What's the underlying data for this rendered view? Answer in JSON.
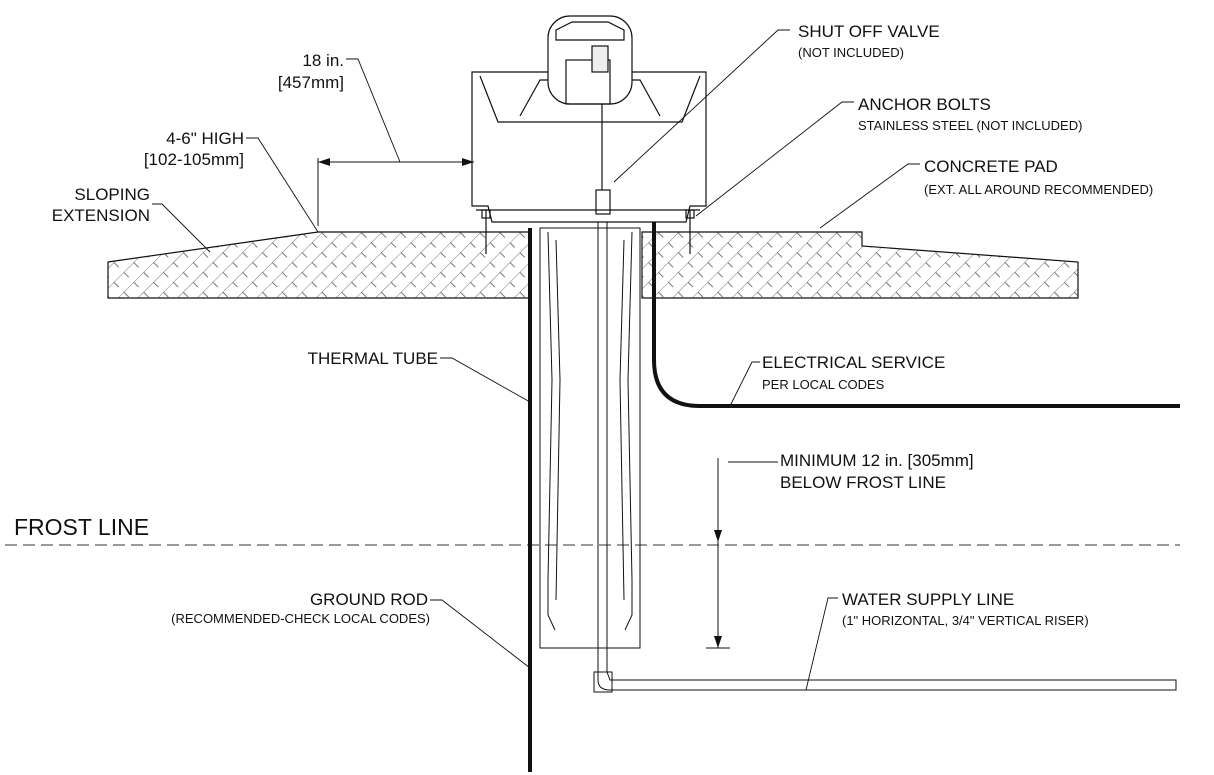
{
  "labels": {
    "shut_off_valve": "SHUT OFF VALVE",
    "shut_off_valve_note": "(NOT INCLUDED)",
    "anchor_bolts": "ANCHOR BOLTS",
    "anchor_bolts_note": "STAINLESS STEEL (NOT INCLUDED)",
    "concrete_pad": "CONCRETE PAD",
    "concrete_pad_note": "(EXT. ALL AROUND RECOMMENDED)",
    "width_dim": "18 in.",
    "width_dim_metric": "[457mm]",
    "height_dim": "4-6\" HIGH",
    "height_dim_metric": "[102-105mm]",
    "sloping_1": "SLOPING",
    "sloping_2": "EXTENSION",
    "thermal_tube": "THERMAL TUBE",
    "electrical_service": "ELECTRICAL SERVICE",
    "electrical_service_note": "PER LOCAL CODES",
    "minimum_1": "MINIMUM 12 in. [305mm]",
    "minimum_2": "BELOW FROST LINE",
    "frost_line": "FROST LINE",
    "ground_rod": "GROUND ROD",
    "ground_rod_note": "(RECOMMENDED-CHECK LOCAL CODES)",
    "water_supply": "WATER SUPPLY LINE",
    "water_supply_note": "(1\" HORIZONTAL, 3/4\" VERTICAL RISER)"
  },
  "colors": {
    "line": "#111111",
    "hatch": "#555555"
  }
}
